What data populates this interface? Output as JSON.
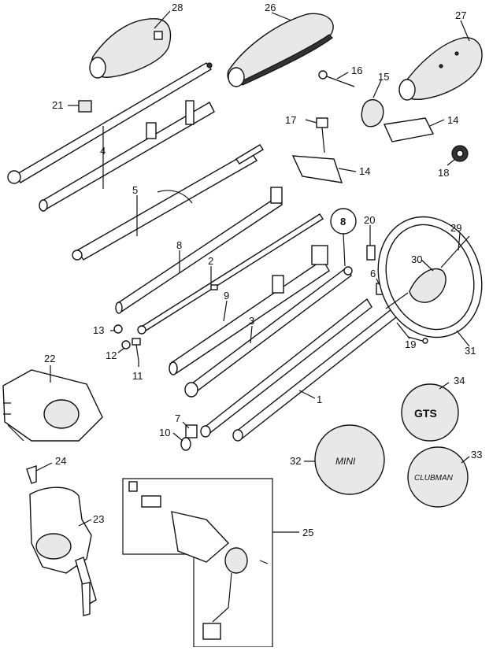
{
  "labels": {
    "p1": "1",
    "p2": "2",
    "p3": "3",
    "p4": "4",
    "p5": "5",
    "p6": "6",
    "p7": "7",
    "p8": "8",
    "p9": "9",
    "p10": "10",
    "p11": "11",
    "p12": "12",
    "p13": "13",
    "p14a": "14",
    "p14b": "14",
    "p15": "15",
    "p16": "16",
    "p17": "17",
    "p18": "18",
    "p19": "19",
    "p20": "20",
    "p21": "21",
    "p22": "22",
    "p23": "23",
    "p24": "24",
    "p25": "25",
    "p26": "26",
    "p27": "27",
    "p28": "28",
    "p29": "29",
    "p30": "30",
    "p31": "31",
    "p32": "32",
    "p33": "33",
    "p34": "34"
  },
  "badges": {
    "marker": "8",
    "mini": "MINI",
    "clubman": "CLUBMAN",
    "gts": "GTS"
  }
}
